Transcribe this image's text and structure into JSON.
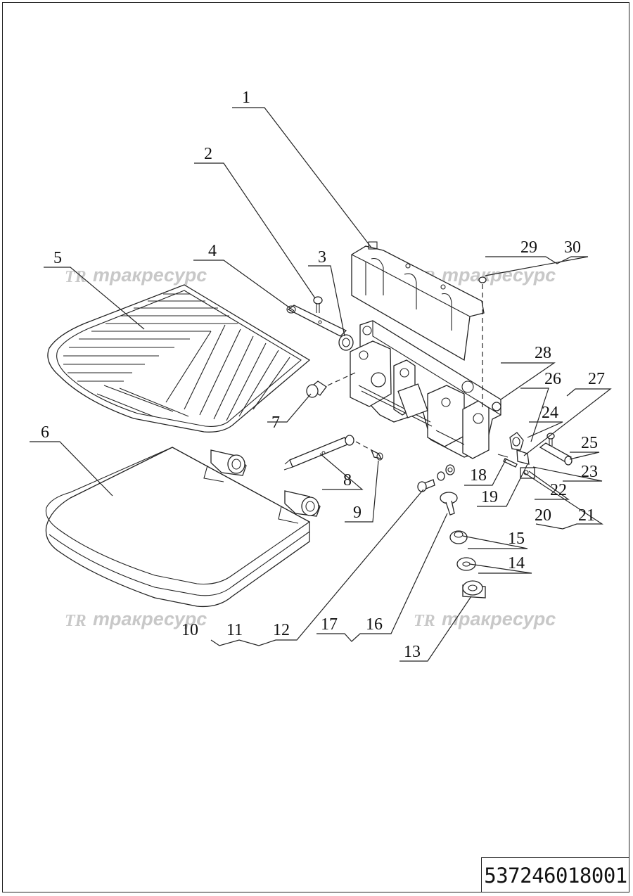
{
  "document": {
    "number": "537246018001"
  },
  "watermark": {
    "logo": "TR",
    "text": "тракресурс"
  },
  "callouts": {
    "c1": "1",
    "c2": "2",
    "c3": "3",
    "c4": "4",
    "c5": "5",
    "c6": "6",
    "c7": "7",
    "c8": "8",
    "c9": "9",
    "c10": "10",
    "c11": "11",
    "c12": "12",
    "c13": "13",
    "c14": "14",
    "c15": "15",
    "c16": "16",
    "c17": "17",
    "c18": "18",
    "c19": "19",
    "c20": "20",
    "c21": "21",
    "c22": "22",
    "c23": "23",
    "c24": "24",
    "c25": "25",
    "c26": "26",
    "c27": "27",
    "c28": "28",
    "c29": "29",
    "c30": "30"
  }
}
